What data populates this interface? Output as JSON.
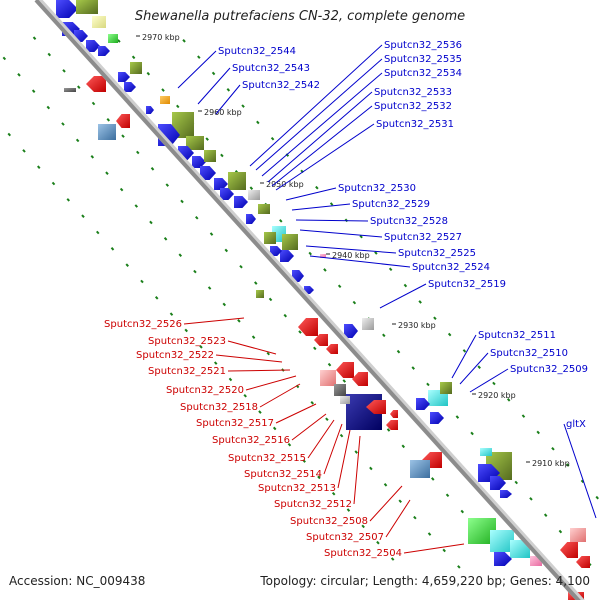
{
  "title": "Shewanella putrefaciens CN-32, complete genome",
  "accession": "Accession: NC_009438",
  "summary": "Topology: circular; Length: 4,659,220 bp; Genes: 4,100",
  "kbp_labels": [
    "2970 kbp",
    "2960 kbp",
    "2950 kbp",
    "2940 kbp",
    "2930 kbp",
    "2920 kbp",
    "2910 kbp"
  ],
  "forward_genes": [
    "Sputcn32_2544",
    "Sputcn32_2543",
    "Sputcn32_2542",
    "Sputcn32_2536",
    "Sputcn32_2535",
    "Sputcn32_2534",
    "Sputcn32_2533",
    "Sputcn32_2532",
    "Sputcn32_2531",
    "Sputcn32_2530",
    "Sputcn32_2529",
    "Sputcn32_2528",
    "Sputcn32_2527",
    "Sputcn32_2525",
    "Sputcn32_2524",
    "Sputcn32_2519",
    "Sputcn32_2511",
    "Sputcn32_2510",
    "Sputcn32_2509",
    "gltX"
  ],
  "reverse_genes": [
    "Sputcn32_2526",
    "Sputcn32_2523",
    "Sputcn32_2522",
    "Sputcn32_2521",
    "Sputcn32_2520",
    "Sputcn32_2518",
    "Sputcn32_2517",
    "Sputcn32_2516",
    "Sputcn32_2515",
    "Sputcn32_2514",
    "Sputcn32_2513",
    "Sputcn32_2512",
    "Sputcn32_2508",
    "Sputcn32_2507",
    "Sputcn32_2504"
  ],
  "colors": {
    "forward_label": "#0000cc",
    "reverse_label": "#cc0000",
    "backbone": "#8c8c8c",
    "cds_forward": "#0000ee",
    "cds_reverse": "#ee0000",
    "olive": "#6b8e23",
    "cyan": "#33dddd",
    "steelblue": "#4682b4",
    "navy": "#000080",
    "green": "#2ecc2e",
    "gray": "#bfbfbf",
    "pink": "#ff88bb",
    "tick": "#1a7f1a"
  }
}
